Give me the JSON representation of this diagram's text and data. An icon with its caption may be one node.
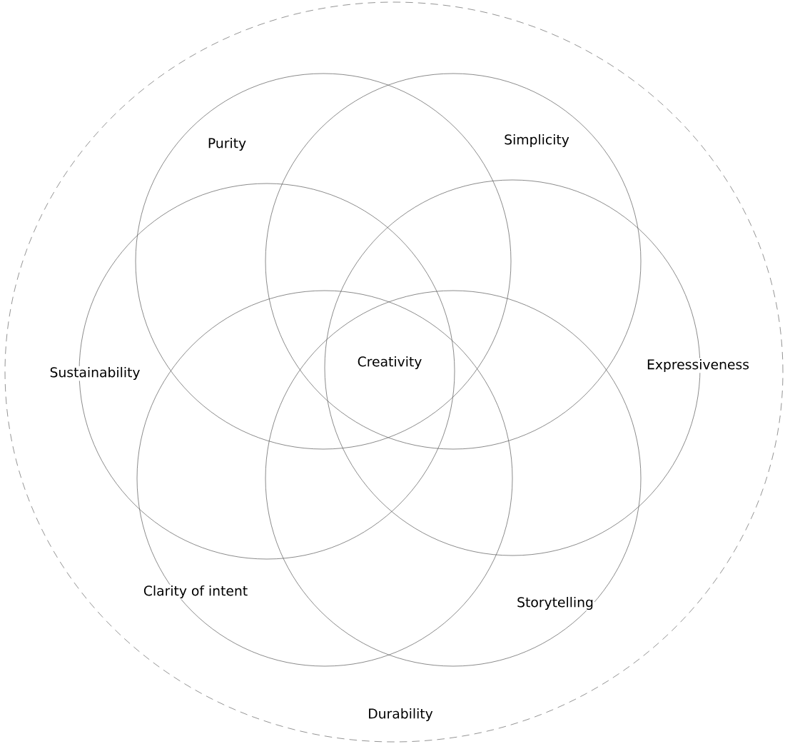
{
  "diagram": {
    "nodes": [
      {
        "text": [
          "Durability"
        ]
      },
      {
        "text": [
          "Purity"
        ],
        "in": 0
      },
      {
        "text": [
          "Simplicity"
        ],
        "in": 0
      },
      {
        "text": [
          "Sustainability"
        ],
        "in": 0
      },
      {
        "text": [
          "Expressiveness"
        ],
        "in": 0
      },
      {
        "text": [
          "Clarity of intent"
        ],
        "in": 0
      },
      {
        "text": [
          "Storytelling"
        ],
        "in": 0
      }
    ],
    "labels": [
      "Creativity"
    ]
  }
}
